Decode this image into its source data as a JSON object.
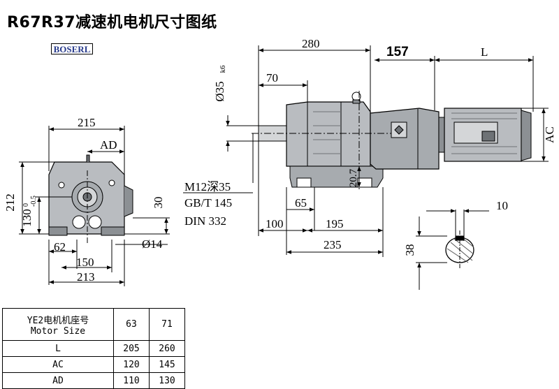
{
  "title": "R67R37减速机电机尺寸图纸",
  "logo_text": "BOSERL",
  "colors": {
    "line": "#000000",
    "body_fill": "#b9bcc0",
    "body_dark": "#6e7276",
    "logo": "#26398a"
  },
  "front_view": {
    "dims": {
      "w215": "215",
      "ad": "AD",
      "h212": "212",
      "h130": "130",
      "tol": "0",
      "tol2": "-0.5",
      "d30": "30",
      "w62": "62",
      "d14": "Ø14",
      "w150": "150",
      "w213": "213"
    }
  },
  "side_view": {
    "dims": {
      "w280": "280",
      "w157": "157",
      "l": "L",
      "shaft_dia": "Ø35",
      "shaft_tol": "k6",
      "w70": "70",
      "ac": "AC",
      "h20_7": "20.7",
      "w65": "65",
      "w100": "100",
      "w195": "195",
      "w235": "235"
    },
    "notes": [
      "M12深35",
      "GB/T 145",
      "DIN 332"
    ]
  },
  "shaft_section": {
    "w10": "10",
    "h38": "38"
  },
  "motor_table": {
    "header_cn": "YE2电机机座号",
    "header_en": "Motor Size",
    "sizes": [
      "63",
      "71"
    ],
    "rows": [
      {
        "label": "L",
        "values": [
          "205",
          "260"
        ]
      },
      {
        "label": "AC",
        "values": [
          "120",
          "145"
        ]
      },
      {
        "label": "AD",
        "values": [
          "110",
          "130"
        ]
      }
    ]
  }
}
